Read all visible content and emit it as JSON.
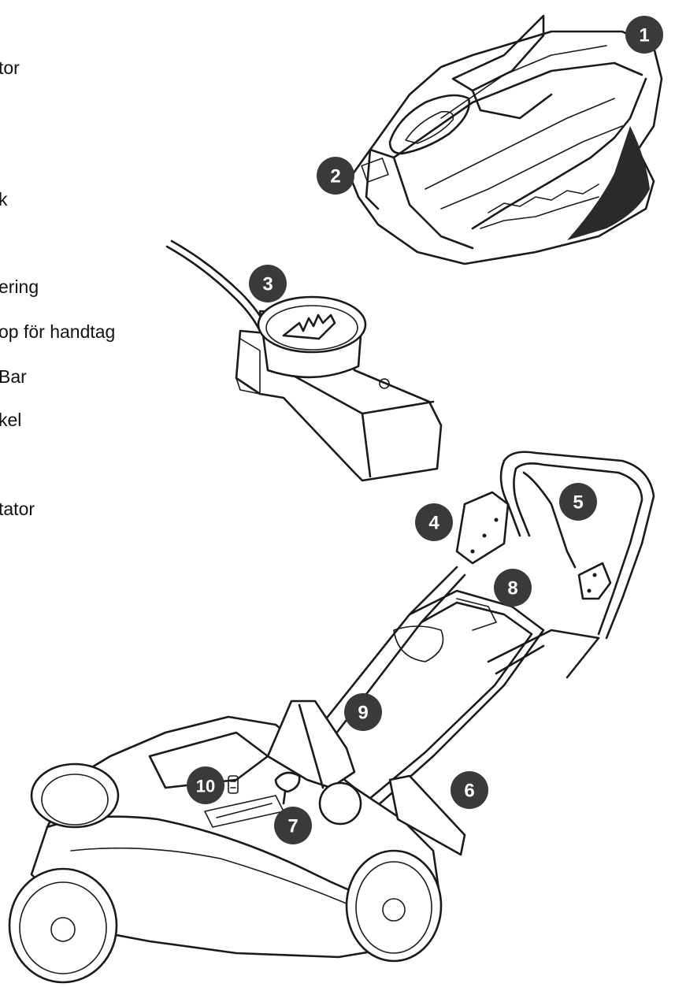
{
  "legend": [
    "tor",
    "k",
    "ering",
    "op för handtag",
    "Bar",
    "kel",
    "tator"
  ],
  "callouts": [
    "1",
    "2",
    "3",
    "4",
    "5",
    "6",
    "7",
    "8",
    "9",
    "10"
  ],
  "colors": {
    "badge": "#3a3a3a",
    "line": "#1a1a1a",
    "badge_text": "#ffffff"
  }
}
